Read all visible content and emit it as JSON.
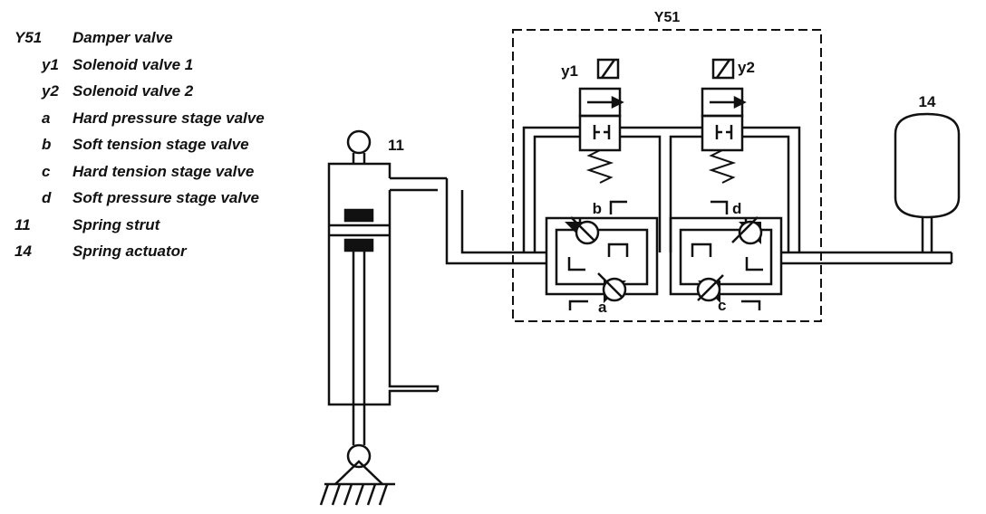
{
  "legend": [
    {
      "key": "Y51",
      "desc": "Damper valve",
      "level": "top"
    },
    {
      "key": "y1",
      "desc": "Solenoid valve 1",
      "level": "sub"
    },
    {
      "key": "y2",
      "desc": "Solenoid valve 2",
      "level": "sub"
    },
    {
      "key": "a",
      "desc": "Hard pressure stage valve",
      "level": "sub"
    },
    {
      "key": "b",
      "desc": "Soft tension stage valve",
      "level": "sub"
    },
    {
      "key": "c",
      "desc": "Hard tension stage valve",
      "level": "sub"
    },
    {
      "key": "d",
      "desc": "Soft pressure stage valve",
      "level": "sub"
    },
    {
      "key": "11",
      "desc": "Spring strut",
      "level": "top"
    },
    {
      "key": "14",
      "desc": "Spring actuator",
      "level": "top"
    }
  ],
  "diagram": {
    "labels": {
      "y51": "Y51",
      "y1": "y1",
      "y2": "y2",
      "strut": "11",
      "actuator": "14",
      "a": "a",
      "b": "b",
      "c": "c",
      "d": "d"
    }
  }
}
